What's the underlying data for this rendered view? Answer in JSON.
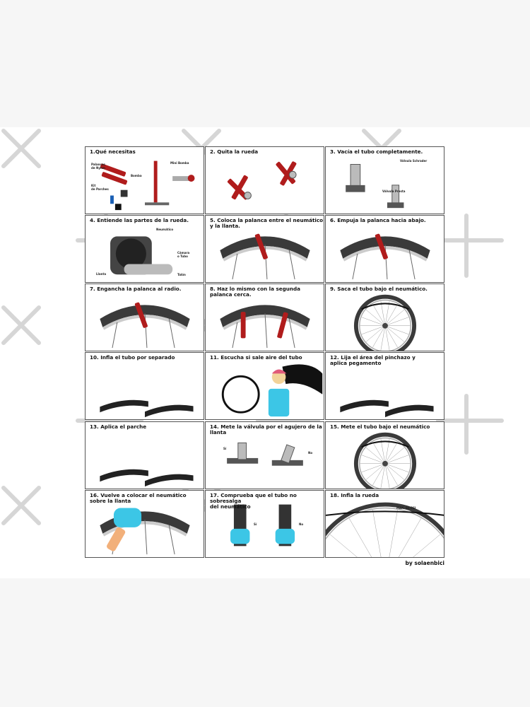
{
  "colors": {
    "lever_red": "#b01c1c",
    "glove_cyan": "#3cc6e6",
    "tyre": "#3a3a3a",
    "panel_border": "#555555",
    "background": "#f6f6f6"
  },
  "panels": [
    {
      "title": "1.Qué necesitas",
      "art": "tools",
      "labels": [
        "Palancas\nde Nylon",
        "Bomba",
        "Mini Bomba",
        "Kit\nde Parches"
      ]
    },
    {
      "title": "2. Quita la rueda",
      "art": "quick-release",
      "labels": []
    },
    {
      "title": "3. Vacía el tubo completamente.",
      "art": "valves",
      "labels": [
        "Válvula Schrader",
        "Válvula Presta"
      ]
    },
    {
      "title": "4. Entiende las partes de la rueda.",
      "art": "tyre-section",
      "labels": [
        "Neumático",
        "Cámara\no Tubo",
        "Llanta",
        "Talón"
      ]
    },
    {
      "title": "5. Coloca la palanca entre el neumático\n    y la llanta.",
      "art": "arc-lever",
      "labels": []
    },
    {
      "title": "6. Empuja la palanca hacia abajo.",
      "art": "arc-lever",
      "labels": []
    },
    {
      "title": "7. Engancha la palanca al radio.",
      "art": "arc-lever",
      "labels": []
    },
    {
      "title": "8. Haz lo mismo con la segunda palanca cerca.",
      "art": "arc-two-levers",
      "labels": []
    },
    {
      "title": "9. Saca el tubo bajo el neumático.",
      "art": "wheel",
      "labels": []
    },
    {
      "title": "10. Infla el tubo por separado",
      "art": "tubes",
      "labels": []
    },
    {
      "title": "11. Escucha si sale aire del tubo",
      "art": "rider",
      "labels": []
    },
    {
      "title": "12. Lija el área del pinchazo y\n     aplica pegamento",
      "art": "tubes",
      "labels": []
    },
    {
      "title": "13. Aplica el parche",
      "art": "tubes",
      "labels": []
    },
    {
      "title": "14. Mete la válvula por el agujero de la llanta",
      "art": "valve-check",
      "labels": [
        "Sí",
        "No"
      ]
    },
    {
      "title": "15. Mete el tubo bajo el neumático",
      "art": "wheel",
      "labels": []
    },
    {
      "title": "16. Vuelve a colocar el neumático sobre la llanta",
      "art": "arc-hand",
      "labels": []
    },
    {
      "title": "17. Comprueba que el tubo no sobresalga\n     del neumático",
      "art": "tyre-check",
      "labels": [
        "Sí",
        "No"
      ]
    },
    {
      "title": "18. Infla la rueda",
      "art": "big-wheel",
      "labels": [
        "MAX. 60 PSI"
      ]
    }
  ],
  "credit": "by solaenbici"
}
